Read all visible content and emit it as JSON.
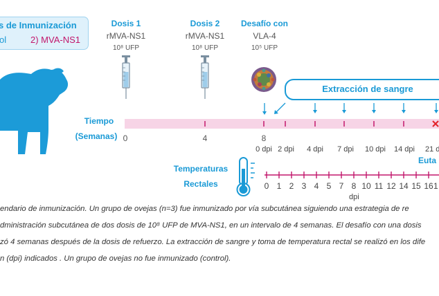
{
  "group_box": {
    "title": "s de Inmunización",
    "item1": "ol",
    "item2": "2) MVA-NS1"
  },
  "doses": [
    {
      "title": "Dosis 1",
      "vector": "rMVA-NS1",
      "amount": "10⁸ UFP"
    },
    {
      "title": "Dosis 2",
      "vector": "rMVA-NS1",
      "amount": "10⁸ UFP"
    }
  ],
  "challenge": {
    "title": "Desafío con",
    "virus": "VLA-4",
    "amount": "10⁵ UFP"
  },
  "timeline": {
    "label_line1": "Tiempo",
    "label_line2": "(Semanas)",
    "weeks": [
      "0",
      "4",
      "8"
    ]
  },
  "blood": {
    "label": "Extracción de sangre",
    "dpi_labels": [
      "0 dpi",
      "2 dpi",
      "4 dpi",
      "7 dpi",
      "10 dpi",
      "14 dpi",
      "21 d"
    ]
  },
  "euthanasia_label": "Euta",
  "temperatures": {
    "label_line1": "Temperaturas",
    "label_line2": "Rectales",
    "days": [
      "0",
      "1",
      "2",
      "3",
      "4",
      "5",
      "7",
      "8",
      "10",
      "11",
      "12",
      "14",
      "15",
      "16",
      "1"
    ],
    "unit": "dpi"
  },
  "caption": [
    "endario de inmunización. Un grupo de ovejas (n=3) fue inmunizado por vía subcutánea siguiendo una estrategia de re",
    "dministración subcutánea de dos dosis de 10⁸ UFP de MVA-NS1, en un intervalo de 4 semanas. El desafío con una dosis",
    "zó 4 semanas después de la dosis de refuerzo. La extracción de sangre y toma de temperatura rectal se realizó en los dife",
    "n (dpi) indicados . Un grupo de ovejas no fue inmunizado (control)."
  ],
  "colors": {
    "accent_cyan": "#1a9ad6",
    "magenta": "#c2166b",
    "timeline_fill": "#f7d4e6",
    "euthanasia_x": "#e3242b"
  },
  "icons": [
    "sheep-icon",
    "syringe-icon",
    "virus-icon",
    "thermometer-icon",
    "down-arrow-icon",
    "euthanasia-x-icon"
  ]
}
